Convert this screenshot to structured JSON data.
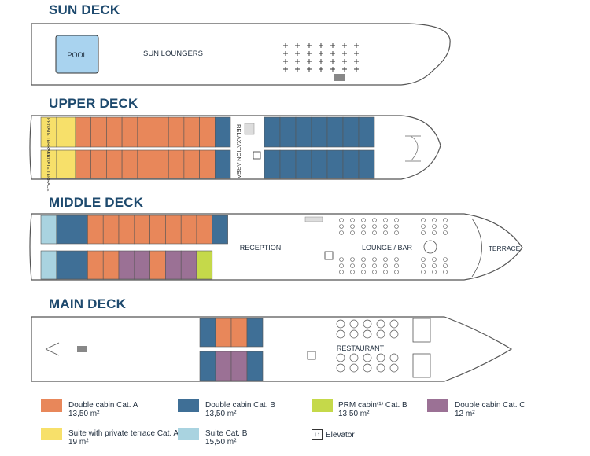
{
  "decks": {
    "sun": {
      "title": "SUN DECK",
      "pool": "POOL",
      "loungers": "SUN LOUNGERS"
    },
    "upper": {
      "title": "UPPER DECK",
      "terrace_a": "PRIVATE TERRACE",
      "terrace_b": "PRIVATE TERRACE",
      "relaxation": "RELAXATION AREA"
    },
    "middle": {
      "title": "MIDDLE DECK",
      "reception": "RECEPTION",
      "lounge": "LOUNGE / BAR",
      "terrace": "TERRACE"
    },
    "main": {
      "title": "MAIN DECK",
      "restaurant": "RESTAURANT"
    }
  },
  "colors": {
    "double_a": "#e8875a",
    "double_b": "#3f6f96",
    "prm_b": "#c5d94a",
    "double_c": "#9b7195",
    "suite_terrace_a": "#f7e06a",
    "suite_b": "#a9d3e0",
    "pool": "#a9d3ef",
    "outline": "#555555"
  },
  "legend": [
    {
      "key": "double_a",
      "name": "Double cabin Cat. A",
      "size": "13,50 m²"
    },
    {
      "key": "double_b",
      "name": "Double cabin Cat. B",
      "size": "13,50 m²"
    },
    {
      "key": "prm_b",
      "name": "PRM cabin⁽¹⁾ Cat. B",
      "size": "13,50 m²"
    },
    {
      "key": "double_c",
      "name": "Double cabin Cat. C",
      "size": "12 m²"
    },
    {
      "key": "suite_terrace_a",
      "name": "Suite with private terrace Cat. A",
      "size": "19 m²"
    },
    {
      "key": "suite_b",
      "name": "Suite Cat. B",
      "size": "15,50 m²"
    },
    {
      "key": "elevator",
      "name": "Elevator",
      "size": ""
    }
  ]
}
